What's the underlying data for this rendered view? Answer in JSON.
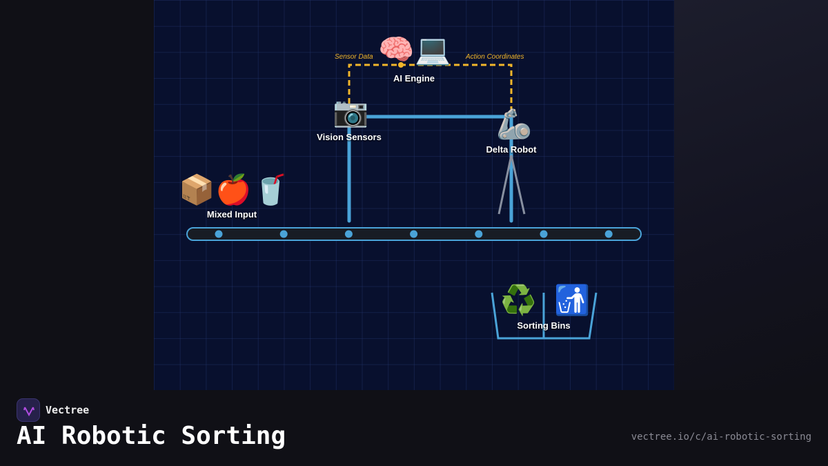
{
  "diagram": {
    "nodes": {
      "ai_engine": {
        "label": "AI Engine",
        "icons": [
          "brain-icon",
          "laptop-icon"
        ]
      },
      "vision": {
        "label": "Vision Sensors",
        "icons": [
          "camera-icon"
        ]
      },
      "robot": {
        "label": "Delta Robot",
        "icons": [
          "mechanical-arm-icon"
        ]
      },
      "input": {
        "label": "Mixed Input",
        "icons": [
          "package-icon",
          "apple-icon",
          "cup-icon"
        ]
      },
      "bins": {
        "label": "Sorting Bins",
        "icons": [
          "recycle-icon",
          "litter-bin-icon"
        ]
      }
    },
    "flows": {
      "sensor": "Sensor Data",
      "action": "Action Coordinates"
    },
    "colors": {
      "background": "#08102e",
      "conveyor": "#4aa3d8",
      "dataflow": "#f2b62a"
    }
  },
  "footer": {
    "brand": "Vectree",
    "title": "AI Robotic Sorting",
    "url": "vectree.io/c/ai-robotic-sorting"
  }
}
